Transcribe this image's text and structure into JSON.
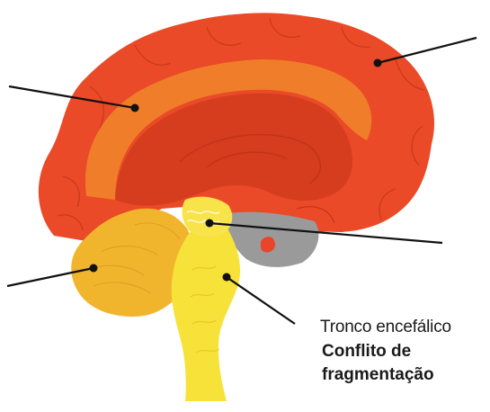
{
  "colors": {
    "cerebrum": "#ea4a27",
    "cerebrum_dark": "#d63c1e",
    "limbic_band": "#f07d2a",
    "cerebellum": "#f1b52d",
    "brainstem": "#f7e23a",
    "midbrain": "#f8e44a",
    "ventricle": "#9a9a9a",
    "leader_line": "#111111",
    "label_text": "#1a1a1a"
  },
  "annotation": {
    "region_name": "Tronco encefálico",
    "conflict_line1": "Conflito de",
    "conflict_line2": "fragmentação"
  }
}
